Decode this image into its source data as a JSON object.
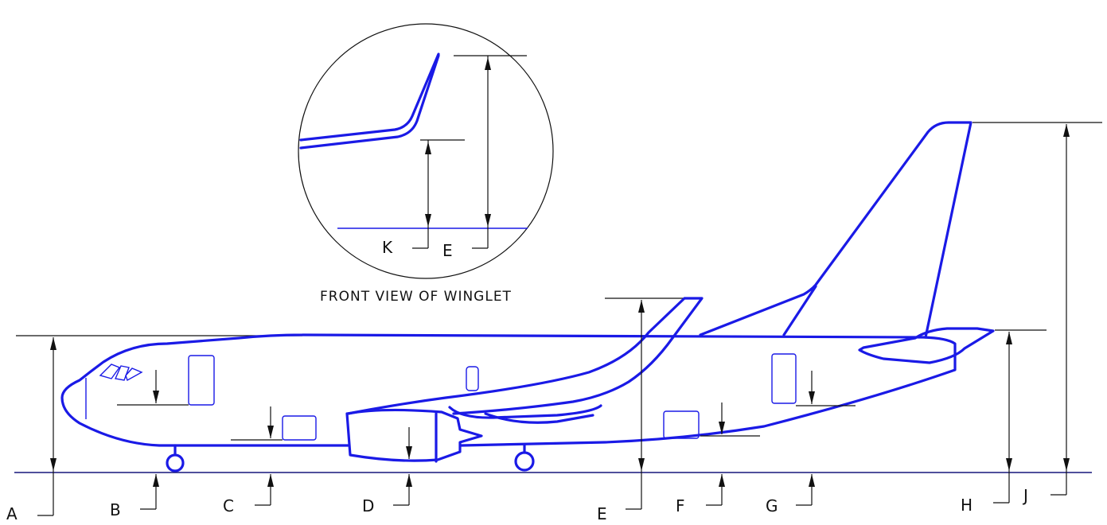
{
  "caption": "FRONT VIEW OF WINGLET",
  "dimension_labels": {
    "A": "A",
    "B": "B",
    "C": "C",
    "D": "D",
    "E": "E",
    "F": "F",
    "G": "G",
    "H": "H",
    "J": "J",
    "K": "K",
    "E_winglet": "E"
  },
  "colors": {
    "aircraft": "#1a1ae6",
    "dimension": "#111111"
  }
}
